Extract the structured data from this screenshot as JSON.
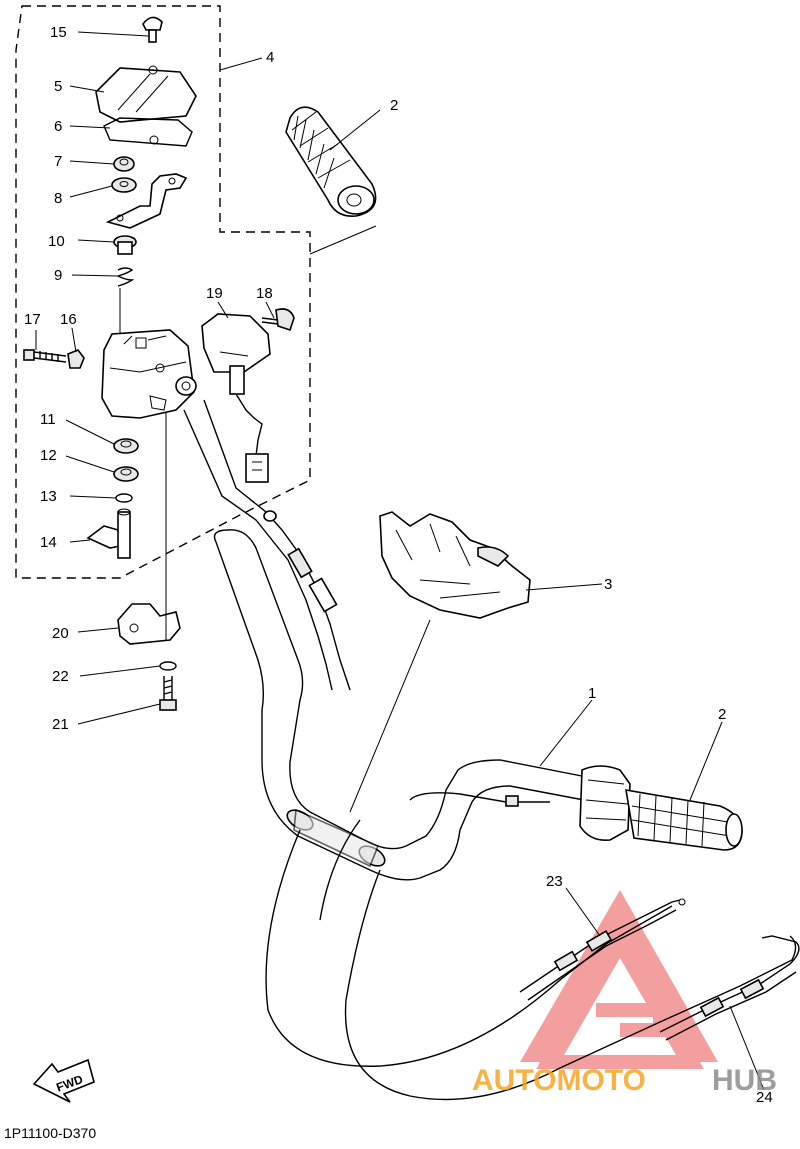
{
  "diagram": {
    "drawing_code": "1P11100-D370",
    "direction_badge": "FWD",
    "callouts": [
      {
        "id": "c15",
        "label": "15"
      },
      {
        "id": "c4",
        "label": "4"
      },
      {
        "id": "c5",
        "label": "5"
      },
      {
        "id": "c6",
        "label": "6"
      },
      {
        "id": "c7",
        "label": "7"
      },
      {
        "id": "c8",
        "label": "8"
      },
      {
        "id": "c10",
        "label": "10"
      },
      {
        "id": "c9",
        "label": "9"
      },
      {
        "id": "c2a",
        "label": "2"
      },
      {
        "id": "c17",
        "label": "17"
      },
      {
        "id": "c16",
        "label": "16"
      },
      {
        "id": "c19",
        "label": "19"
      },
      {
        "id": "c18",
        "label": "18"
      },
      {
        "id": "c11",
        "label": "11"
      },
      {
        "id": "c12",
        "label": "12"
      },
      {
        "id": "c13",
        "label": "13"
      },
      {
        "id": "c14",
        "label": "14"
      },
      {
        "id": "c3",
        "label": "3"
      },
      {
        "id": "c20",
        "label": "20"
      },
      {
        "id": "c22",
        "label": "22"
      },
      {
        "id": "c21",
        "label": "21"
      },
      {
        "id": "c1",
        "label": "1"
      },
      {
        "id": "c2b",
        "label": "2"
      },
      {
        "id": "c23",
        "label": "23"
      },
      {
        "id": "c24",
        "label": "24"
      }
    ]
  },
  "watermark": {
    "part1": "AUTOMOTO",
    "part2": "HUB",
    "color_red": "#f08080",
    "color_orange": "#f5a623",
    "color_gray": "#8c8c8c"
  }
}
